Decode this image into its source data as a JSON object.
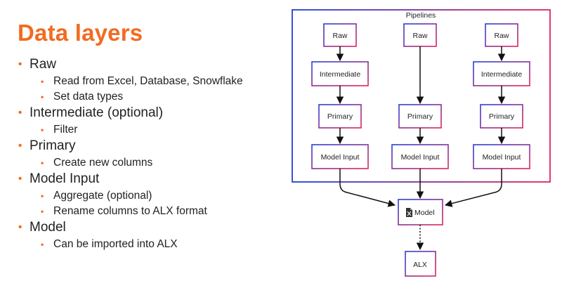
{
  "title": "Data layers",
  "bullets": [
    {
      "label": "Raw",
      "sub": [
        "Read from Excel, Database, Snowflake",
        "Set data types"
      ]
    },
    {
      "label": "Intermediate (optional)",
      "sub": [
        "Filter"
      ]
    },
    {
      "label": "Primary",
      "sub": [
        "Create new columns"
      ]
    },
    {
      "label": "Model Input",
      "sub": [
        "Aggregate (optional)",
        "Rename columns to ALX format"
      ]
    },
    {
      "label": "Model",
      "sub": [
        "Can be imported into ALX"
      ]
    }
  ],
  "diagram": {
    "container_label": "Pipelines",
    "pipelines": [
      {
        "raw": "Raw",
        "intermediate": "Intermediate",
        "primary": "Primary",
        "model_input": "Model Input"
      },
      {
        "raw": "Raw",
        "primary": "Primary",
        "model_input": "Model Input"
      },
      {
        "raw": "Raw",
        "intermediate": "Intermediate",
        "primary": "Primary",
        "model_input": "Model Input"
      }
    ],
    "model": "Model",
    "model_icon": "file-icon",
    "alx": "ALX",
    "colors": {
      "accent": "#f26b21",
      "border_blue": "#1f3fd8",
      "border_pink": "#e0245e"
    }
  }
}
